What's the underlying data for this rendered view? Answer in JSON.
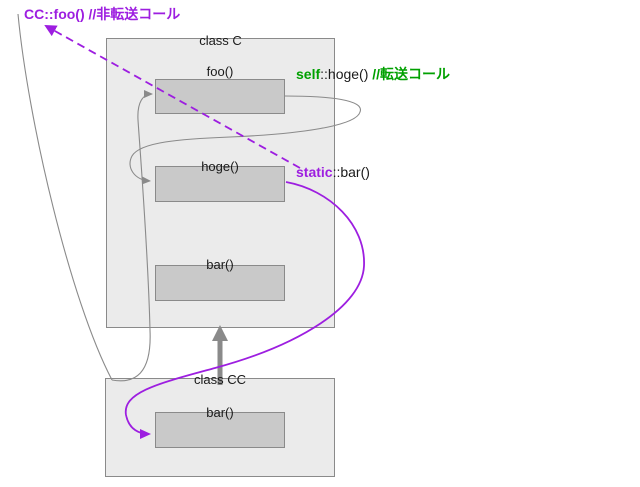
{
  "diagram": {
    "title_colors": {
      "purple": "#9d1ee0",
      "green": "#00a000",
      "class_fill": "#ebebeb",
      "method_fill": "#c9c9c9",
      "border": "#8a8a8a",
      "arrow_gray": "#8a8a8a",
      "text": "#1a1a1a"
    },
    "classes": [
      {
        "id": "class-c",
        "name": "class C",
        "methods": [
          {
            "id": "c-foo",
            "name": "foo()"
          },
          {
            "id": "c-hoge",
            "name": "hoge()"
          },
          {
            "id": "c-bar",
            "name": "bar()"
          }
        ]
      },
      {
        "id": "class-cc",
        "name": "class CC",
        "methods": [
          {
            "id": "cc-bar",
            "name": "bar()"
          }
        ]
      }
    ],
    "annotations": [
      {
        "id": "anno-cc-foo",
        "parts": [
          {
            "text": "CC::foo()",
            "color": "purple"
          },
          {
            "text": " ",
            "color": "purple"
          },
          {
            "text": "//非転送コール",
            "color": "purple"
          }
        ],
        "call_text": "CC::foo()",
        "comment_text": "//非転送コール"
      },
      {
        "id": "anno-self-hoge",
        "keyword": "self",
        "member": "::hoge()",
        "comment_text": "//転送コール"
      },
      {
        "id": "anno-static-bar",
        "keyword": "static",
        "member": "::bar()"
      }
    ]
  }
}
